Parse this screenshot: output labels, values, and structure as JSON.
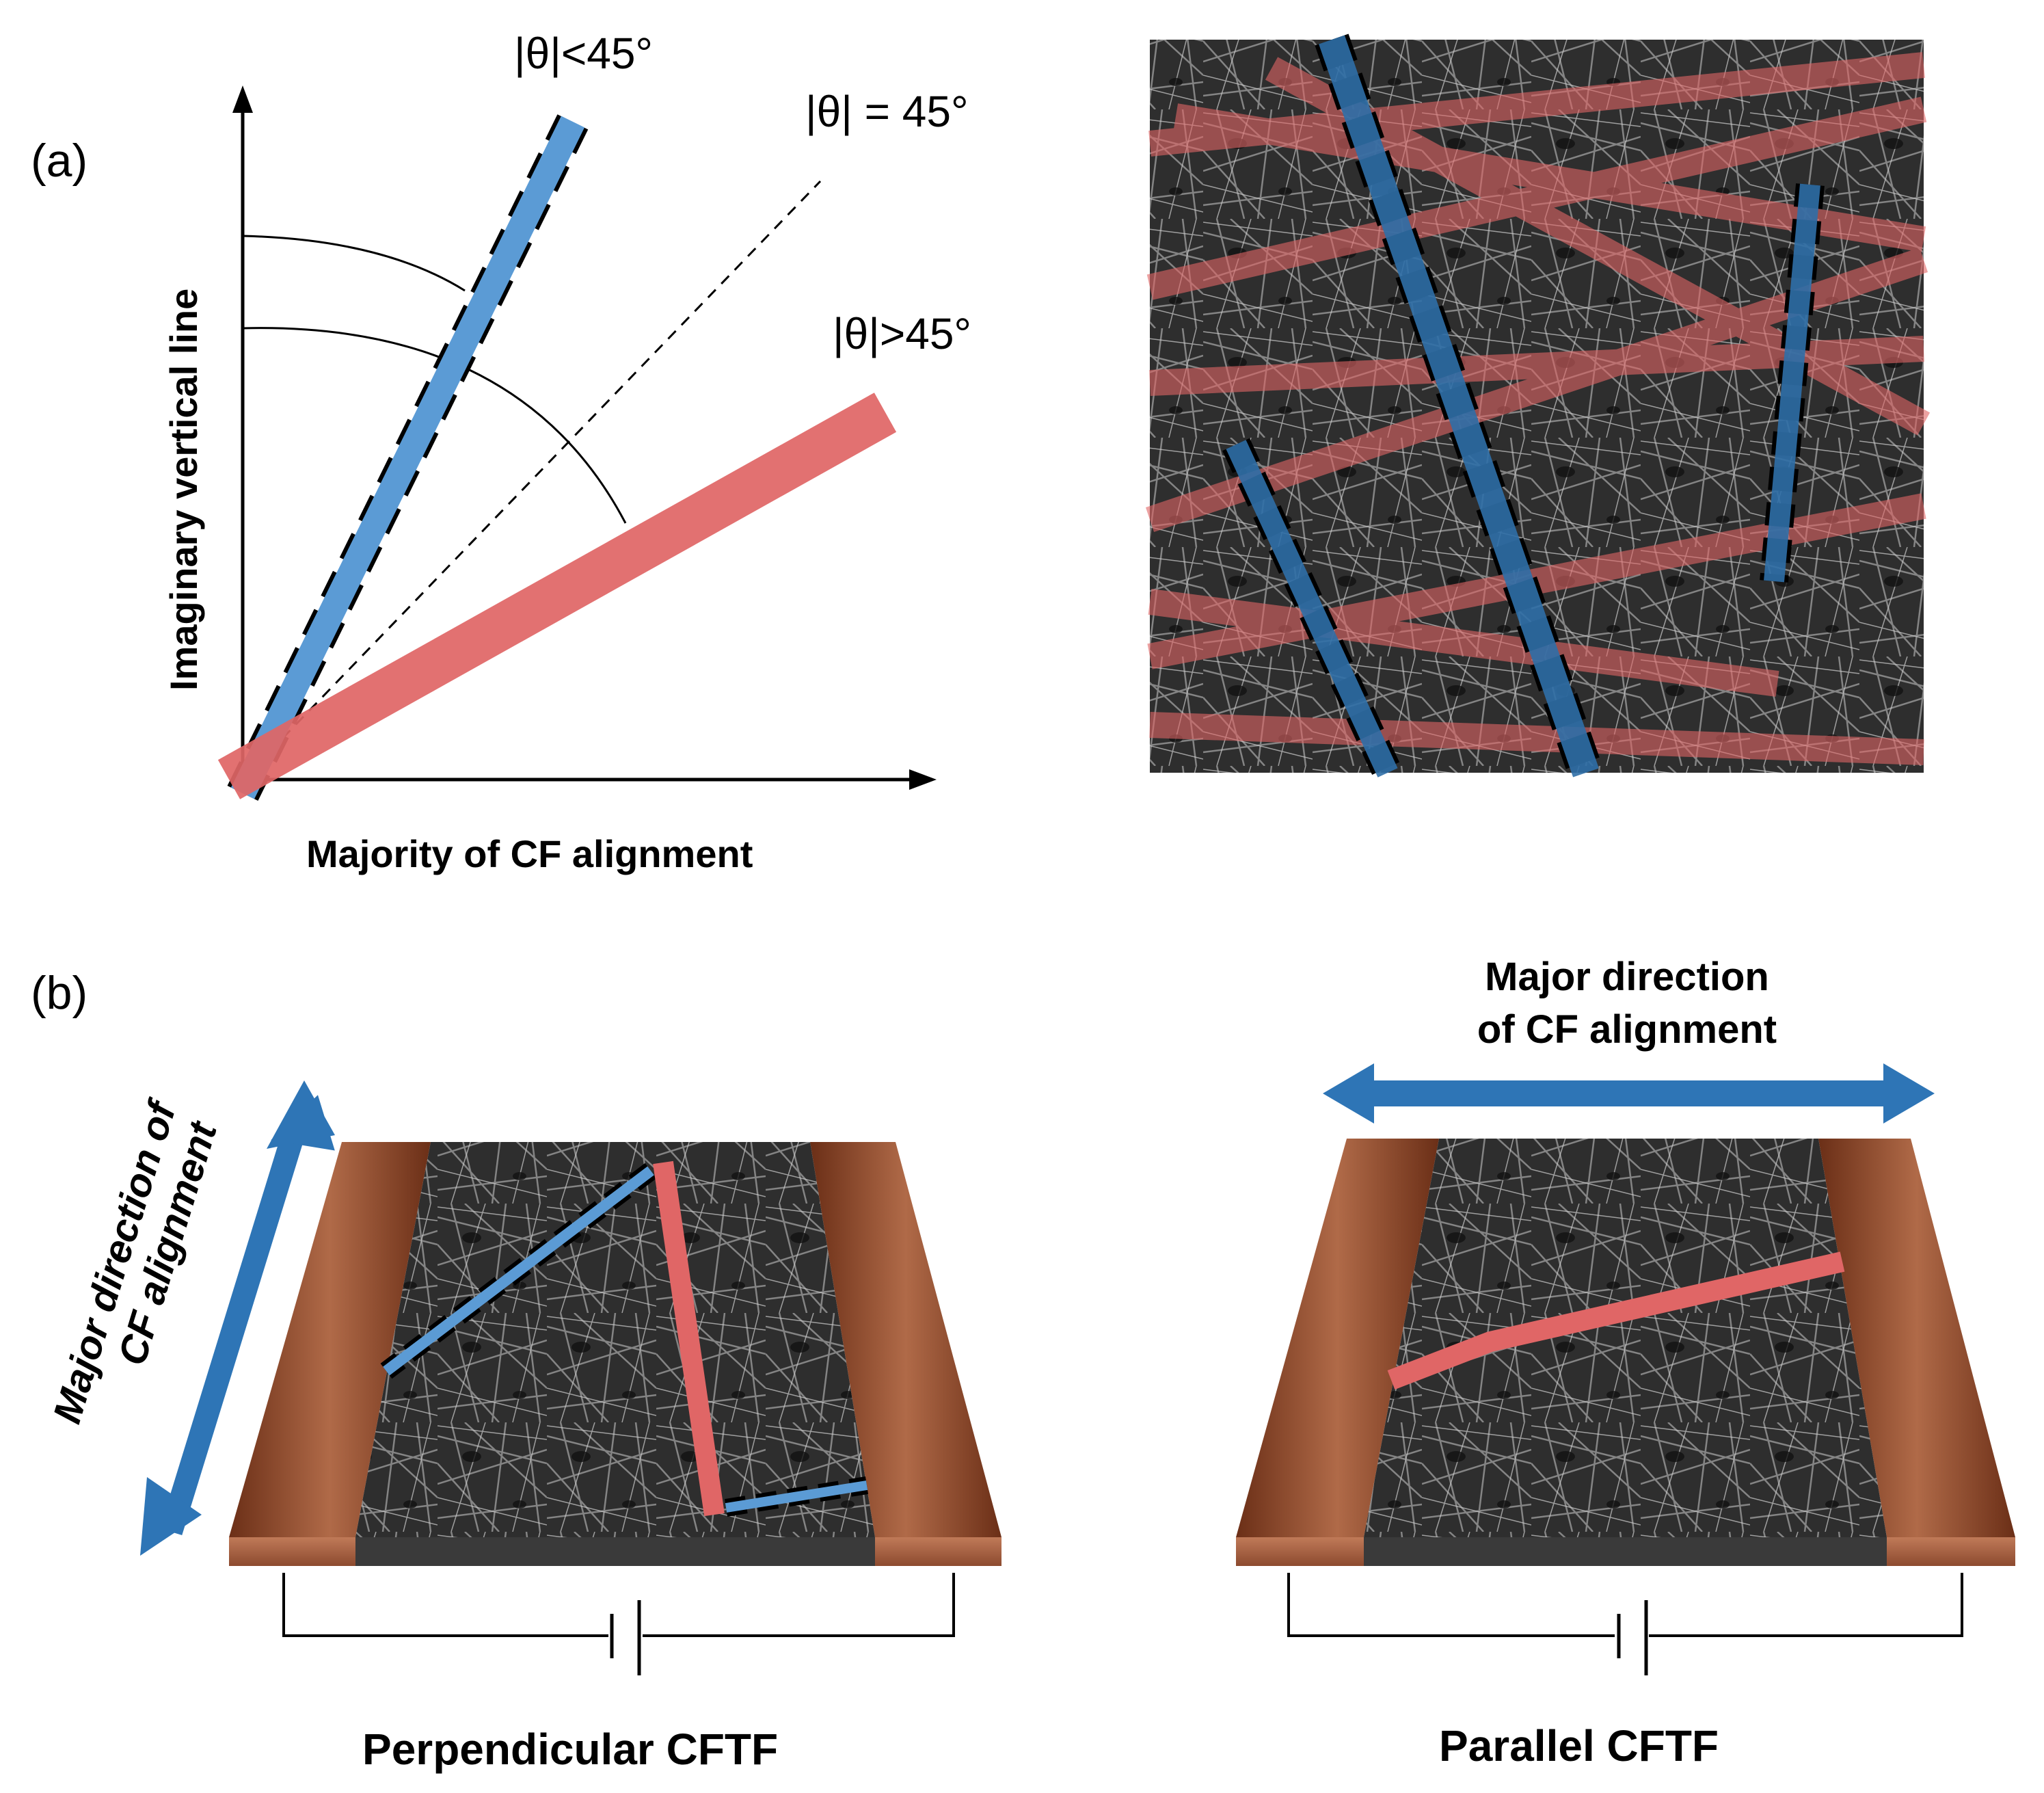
{
  "panel_a": {
    "label": "(a)",
    "theta_lt": "|θ|<45°",
    "theta_eq": "|θ| = 45°",
    "theta_gt": "|θ|>45°",
    "y_axis_label": "Imaginary  vertical line",
    "x_axis_label": "Majority of CF alignment"
  },
  "panel_b": {
    "label": "(b)",
    "left_direction_line1": "Major direction of",
    "left_direction_line2": "CF alignment",
    "right_direction_line1": "Major direction",
    "right_direction_line2": "of CF alignment",
    "left_caption": "Perpendicular CFTF",
    "right_caption": "Parallel CFTF"
  },
  "colors": {
    "blue_fiber": "#5b9bd5",
    "red_fiber": "#e06666",
    "copper": "#8c4a2f",
    "arrow_blue": "#2e75b6"
  }
}
